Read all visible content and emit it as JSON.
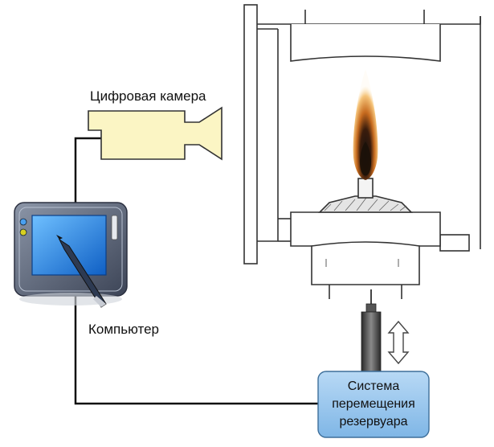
{
  "labels": {
    "camera": "Цифровая камера",
    "computer": "Компьютер",
    "tank_system": [
      "Система",
      "перемещения",
      "резервуара"
    ]
  },
  "colors": {
    "camera_fill": "#fbf5c4",
    "tank_system_fill": "#9cc8ee",
    "tablet_body": "#606a7e",
    "tablet_screen": "#1d7ee0",
    "wire": "#111111",
    "flame_core": "#1c1410",
    "flame_outer": "#f0a642"
  },
  "icons": {
    "arrow": "double-vertical-arrow-icon",
    "flame": "flame-icon",
    "camera": "video-camera-icon",
    "computer": "tablet-computer-icon"
  }
}
